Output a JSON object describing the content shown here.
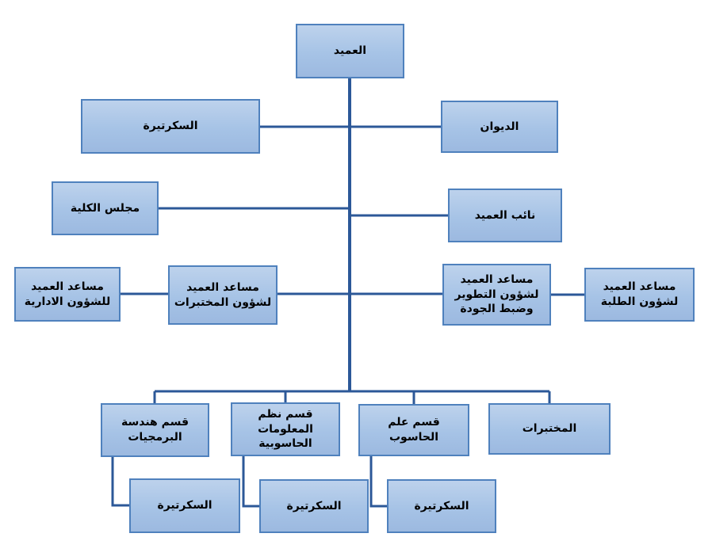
{
  "nodes": {
    "dean": {
      "label": "العميد"
    },
    "secretary_main": {
      "label": "السكرتيرة"
    },
    "diwan": {
      "label": "الديوان"
    },
    "college_council": {
      "label": "مجلس الكلية"
    },
    "vice_dean": {
      "label": "نائب العميد"
    },
    "asst_admin": {
      "label": "مساعد العميد للشؤون الادارية"
    },
    "asst_labs": {
      "label": "مساعد العميد لشؤون المختبرات"
    },
    "asst_dev": {
      "label": "مساعد العميد لشؤون التطوير وضبط الجودة"
    },
    "asst_students": {
      "label": "مساعد العميد لشؤون الطلبة"
    },
    "dept_software": {
      "label": "قسم هندسة البرمجيات"
    },
    "dept_cis": {
      "label": "قسم نظم المعلومات الحاسوبية"
    },
    "dept_cs": {
      "label": "قسم علم الحاسوب"
    },
    "labs": {
      "label": "المختبرات"
    },
    "secretary_se": {
      "label": "السكرتيرة"
    },
    "secretary_cis": {
      "label": "السكرتيرة"
    },
    "secretary_cs": {
      "label": "السكرتيرة"
    }
  },
  "colors": {
    "box_fill_top": "#bdd2ec",
    "box_fill_bottom": "#9cb9e0",
    "box_border": "#4f81bd",
    "connector": "#2c5898",
    "text": "#000000",
    "background": "#ffffff"
  }
}
